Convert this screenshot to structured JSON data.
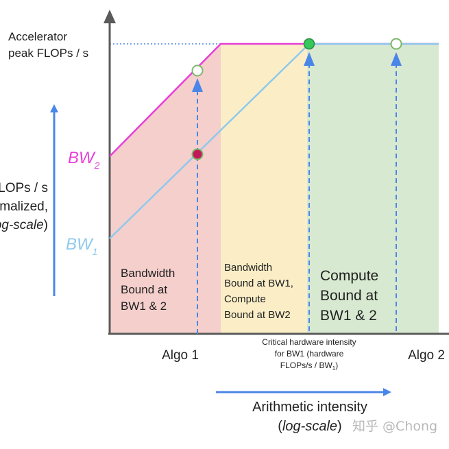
{
  "y_axis": {
    "peak_label_line1": "Accelerator",
    "peak_label_line2": "peak FLOPs / s",
    "label_line1": "FLOPs / s",
    "label_line2": "(normalized,",
    "label_line3_scale": "log-scale",
    "label_line3_close": ")"
  },
  "bandwidth_labels": {
    "bw2_main": "BW",
    "bw2_sub": "2",
    "bw1_main": "BW",
    "bw1_sub": "1"
  },
  "regions": {
    "left_line1": "Bandwidth",
    "left_line2": "Bound at",
    "left_line3": "BW1 & 2",
    "middle_line1": "Bandwidth",
    "middle_line2": "Bound at BW1,",
    "middle_line3": "Compute",
    "middle_line4": "Bound at BW2",
    "right_line1": "Compute",
    "right_line2": "Bound at",
    "right_line3": "BW1 & 2"
  },
  "x_axis": {
    "algo1": "Algo 1",
    "algo2": "Algo 2",
    "critical_line1": "Critical hardware intensity",
    "critical_line2": "for BW1 (hardware",
    "critical_line3_main": "FLOPs/s / BW",
    "critical_line3_sub": "1",
    "critical_line3_close": ")",
    "label_line1": "Arithmetic intensity",
    "label_line2_open": "(",
    "label_line2_scale": "log-scale",
    "label_line2_close": ")"
  },
  "watermark": "知乎 @Chong",
  "colors": {
    "bw2": "#e83ed8",
    "bw1": "#8ec9ec",
    "region_left": "#f4cfcc",
    "region_middle": "#fbeec7",
    "region_right": "#d8e9d1",
    "arrow_blue": "#4a86e8",
    "axis": "#5a5a5a",
    "point_red": "#c2185b",
    "point_green": "#34c759",
    "point_hollow": "#7cb86a"
  }
}
